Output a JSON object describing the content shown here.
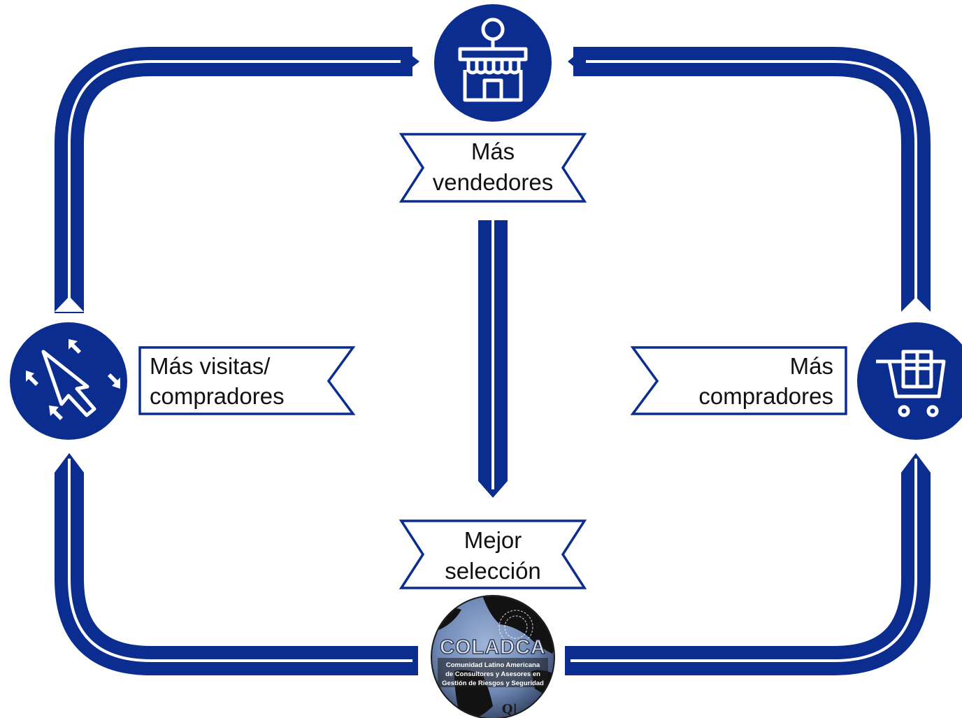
{
  "colors": {
    "primary": "#0a2d8f",
    "stripe": "#ffffff",
    "label_border": "#0a2d8f",
    "text": "#111111"
  },
  "nodes": {
    "top": {
      "icon": "storefront-icon"
    },
    "left": {
      "icon": "cursor-arrows-icon"
    },
    "right": {
      "icon": "shopping-cart-icon"
    },
    "bottom": {
      "icon": "globe-logo",
      "logo_title": "COLADCA",
      "logo_lines": [
        "Comunidad Latino Americana",
        "de Consultores y Asesores en",
        "Gestión de Riesgos y Seguridad"
      ],
      "logo_mark": "Q|"
    }
  },
  "labels": {
    "top": [
      "Más",
      "vendedores"
    ],
    "left": [
      "Más visitas/",
      "compradores"
    ],
    "right": [
      "Más",
      "compradores"
    ],
    "bottom": [
      "Mejor",
      "selección"
    ]
  }
}
